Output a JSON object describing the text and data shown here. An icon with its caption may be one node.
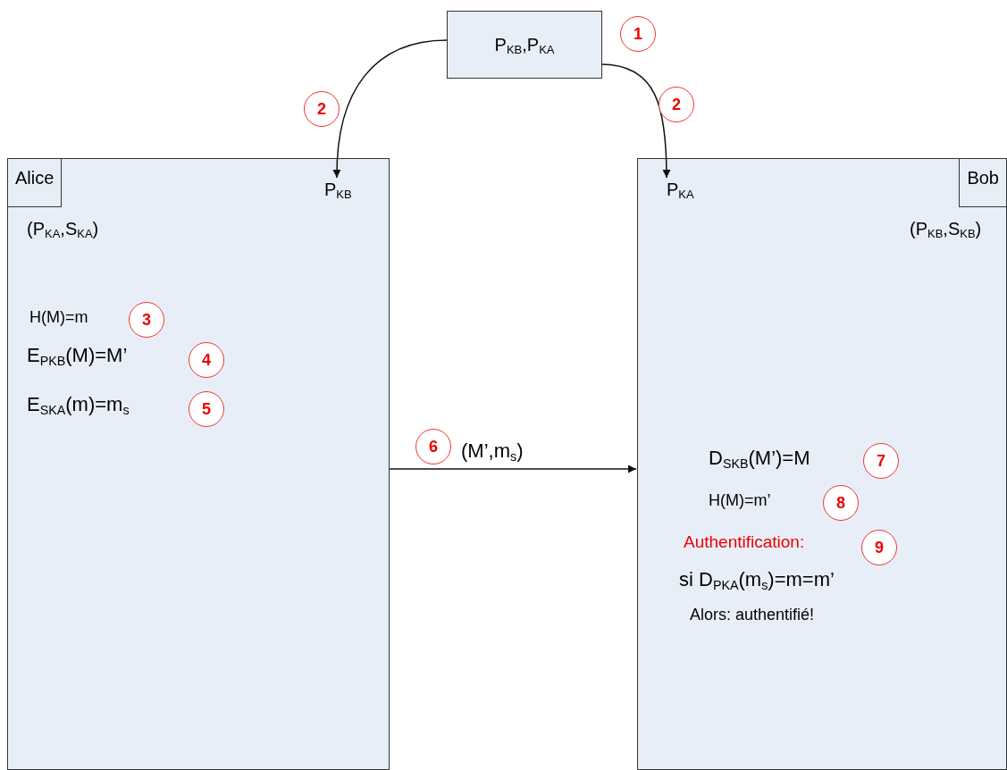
{
  "diagram": {
    "nodes": [
      {
        "text": [
          "P$_{KB}$,P$_{KA}$"
        ]
      },
      {
        "text": [
          "1"
        ]
      },
      {
        "text": [
          "2"
        ]
      },
      {
        "text": [
          "2"
        ]
      },
      {
        "text": [
          "Alice"
        ]
      },
      {
        "text": [
          "P$_{KB}$"
        ],
        "in": 4
      },
      {
        "text": [
          "3"
        ],
        "in": 4
      },
      {
        "text": [
          "4"
        ],
        "in": 4
      },
      {
        "text": [
          "5"
        ],
        "in": 4
      },
      {
        "text": [
          "6"
        ]
      },
      {
        "text": [
          "Bob"
        ]
      },
      {
        "text": [
          "P$_{KA}$"
        ],
        "in": 10
      },
      {
        "text": [
          "7"
        ],
        "in": 10
      },
      {
        "text": [
          "8"
        ],
        "in": 10
      },
      {
        "text": [
          "9"
        ],
        "in": 10
      }
    ],
    "edges": [
      {
        "from": 0,
        "to": 5,
        "arrow": "to"
      },
      {
        "from": 0,
        "to": 11,
        "arrow": "to"
      },
      {
        "from": 4,
        "to": 10,
        "arrow": "to",
        "label": "(M’,m$_{s}$)"
      }
    ],
    "labels": [
      "(P$_{KA}$,S$_{KA}$)",
      "(P$_{KB}$,S$_{KB}$)",
      "H(M)=m",
      "E$_{PKB}$(M)=M’",
      "E$_{SKA}$(m)=m$_{s}$",
      "D$_{SKB}$(M’)=M",
      "H(M)=m’",
      "Authentification:",
      "si D$_{PKA}$(m$_{s}$)=m=m’",
      "Alors: authentifié!"
    ]
  }
}
